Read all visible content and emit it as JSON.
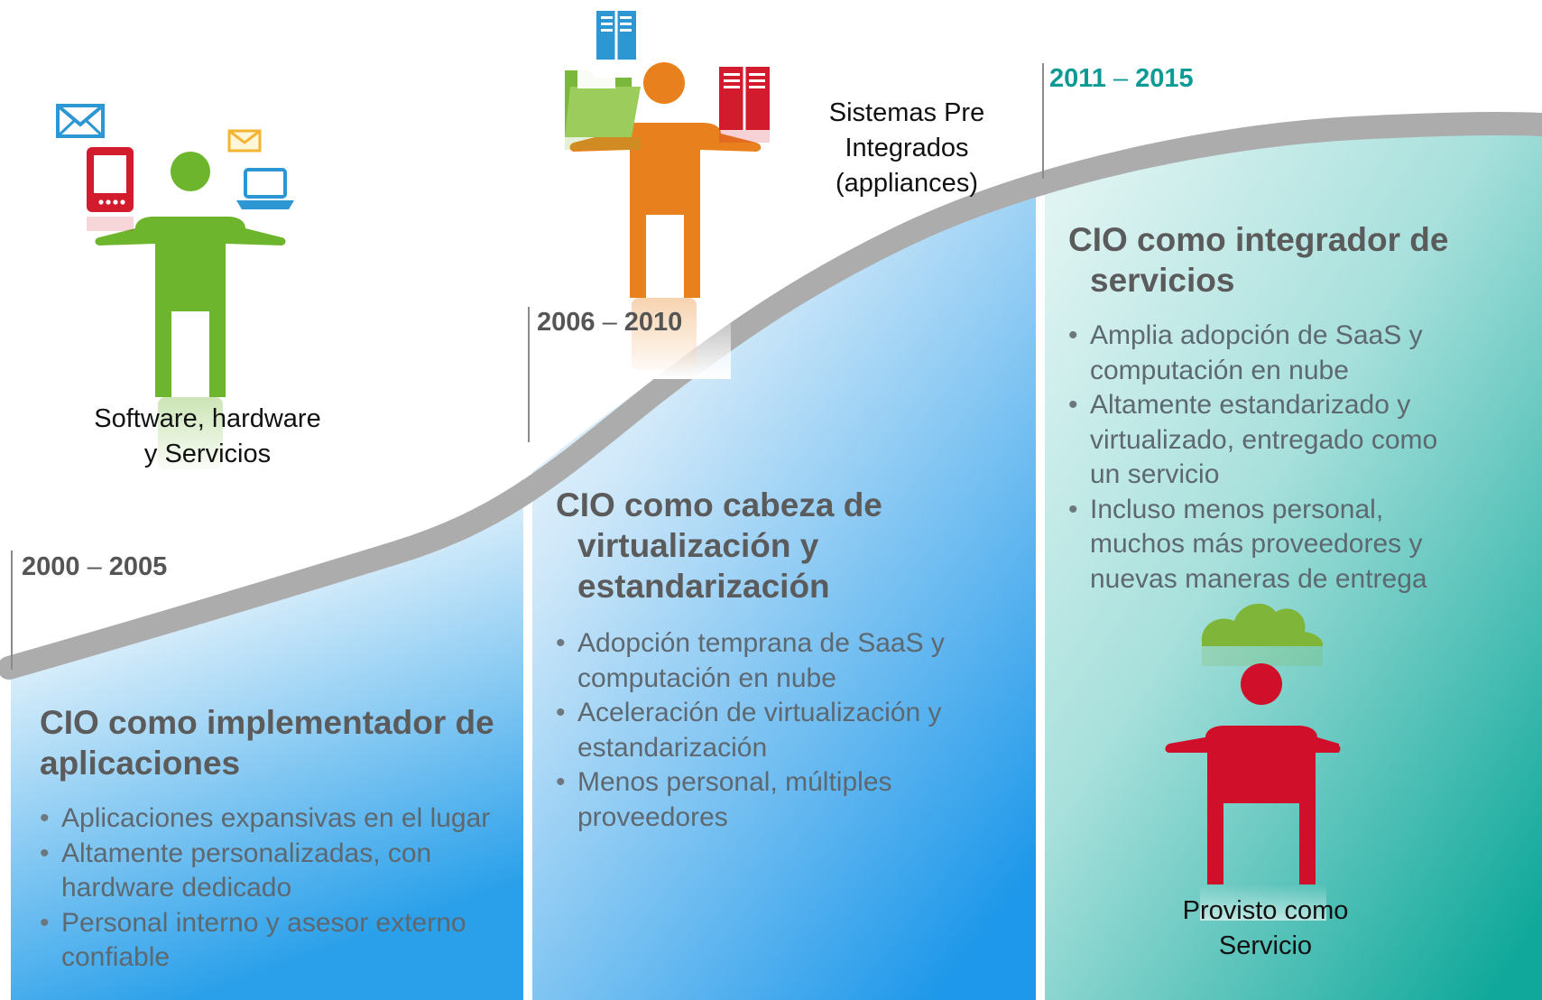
{
  "periods": {
    "p1": {
      "start": "2000",
      "dash": " – ",
      "end": "2005"
    },
    "p2": {
      "start": "2006",
      "dash": " – ",
      "end": "2010"
    },
    "p3": {
      "start": "2011",
      "dash": " – ",
      "end": "2015"
    }
  },
  "stages": [
    {
      "title_line1": "CIO como implementador de",
      "title_line2": "aplicaciones",
      "bullets": [
        "Aplicaciones expansivas en el lugar",
        "Altamente personalizadas, con hardware dedicado",
        "Personal interno y asesor externo confiable"
      ],
      "figure_caption_line1": "Software, hardware",
      "figure_caption_line2": "y Servicios",
      "figure_color": "#6db52d",
      "figure_icons": [
        "envelope-icon",
        "tablet-icon",
        "laptop-icon"
      ]
    },
    {
      "title_line1": "CIO como cabeza de",
      "title_line2": "virtualización y",
      "title_line3": "estandarización",
      "bullets": [
        "Adopción temprana de SaaS y computación en nube",
        "Aceleración de virtualización y estandarización",
        "Menos personal, múltiples proveedores"
      ],
      "figure_caption_line1": "Sistemas Pre",
      "figure_caption_line2": "Integrados",
      "figure_caption_line3": "(appliances)",
      "figure_color": "#e8801d",
      "figure_icons": [
        "server-icon",
        "folder-icon"
      ]
    },
    {
      "title_line1": "CIO como integrador de",
      "title_line2": "servicios",
      "bullets": [
        "Amplia adopción de SaaS y computación en nube",
        "Altamente estandarizado y virtualizado, entregado como un servicio",
        "Incluso menos personal, muchos más proveedores y nuevas maneras de entrega"
      ],
      "figure_caption_line1": "Provisto como",
      "figure_caption_line2": "Servicio",
      "figure_color": "#d0102a",
      "figure_icons": [
        "cloud-icon"
      ]
    }
  ],
  "colors": {
    "blue_panel": "#3aa7e8",
    "teal_panel": "#13a89e",
    "curve": "#aaaaaa",
    "period_teal": "#0d9a95"
  }
}
